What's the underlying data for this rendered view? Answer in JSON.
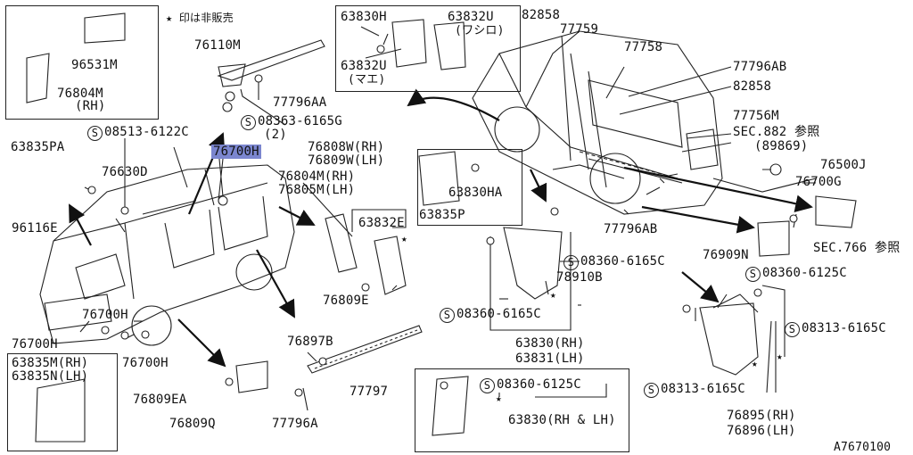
{
  "note": "★ 印は非販売",
  "diagram_code": "A7670100",
  "colors": {
    "highlight": "#7b86cf",
    "ink": "#111111"
  },
  "parts": {
    "p96531M": "96531M",
    "p76804M_rh_top": "76804M",
    "p76804M_rh_top_sub": "(RH)",
    "p76110M": "76110M",
    "p77796AA": "77796AA",
    "s08363": "08363-6165G",
    "s08363_qty": "(2)",
    "s08513": "08513-6122C",
    "p76700H_top": "76700H",
    "p63835PA": "63835PA",
    "p76630D": "76630D",
    "p96116E": "96116E",
    "p76700H_mid": "76700H",
    "p76700H_left": "76700H",
    "p76700H_bot": "76700H",
    "p63835M": "63835M(RH)",
    "p63835N": "63835N(LH)",
    "p76808W": "76808W(RH)",
    "p76809W": "76809W(LH)",
    "p76804M": "76804M(RH)",
    "p76805M": "76805M(LH)",
    "p63832E": "63832E",
    "p76809E": "76809E",
    "p63830H": "63830H",
    "p63832U_top": "63832U",
    "p63832U_top_sub": "(ワシロ)",
    "p63832U_bot": "63832U",
    "p63832U_bot_sub": "(マエ)",
    "p63830HA": "63830HA",
    "p63835P": "63835P",
    "p82858_top": "82858",
    "p77759": "77759",
    "p77758": "77758",
    "p77796AB_top": "77796AB",
    "p82858_mid": "82858",
    "p77756M": "77756M",
    "sec882": "SEC.882 参照",
    "sec882_sub": "(89869)",
    "p76500J": "76500J",
    "p76700G": "76700G",
    "p77796AB_mid": "77796AB",
    "sec766": "SEC.766 参照",
    "p76909N": "76909N",
    "s08360_6125C_right": "08360-6125C",
    "s08360_6165C_a": "08360-6165C",
    "p78910B": "78910B",
    "s08360_6165C_b": "08360-6165C",
    "p63830": "63830(RH)",
    "p63831": "63831(LH)",
    "s08313_a": "08313-6165C",
    "s08313_b": "08313-6165C",
    "p76895": "76895(RH)",
    "p76896": "76896(LH)",
    "p76897B": "76897B",
    "p77797": "77797",
    "p76809EA": "76809EA",
    "p76809Q": "76809Q",
    "p77796A": "77796A",
    "s08360_6125C_box": "08360-6125C",
    "p63830_rhlh": "63830(RH & LH)",
    "screw_symbol": "S"
  }
}
